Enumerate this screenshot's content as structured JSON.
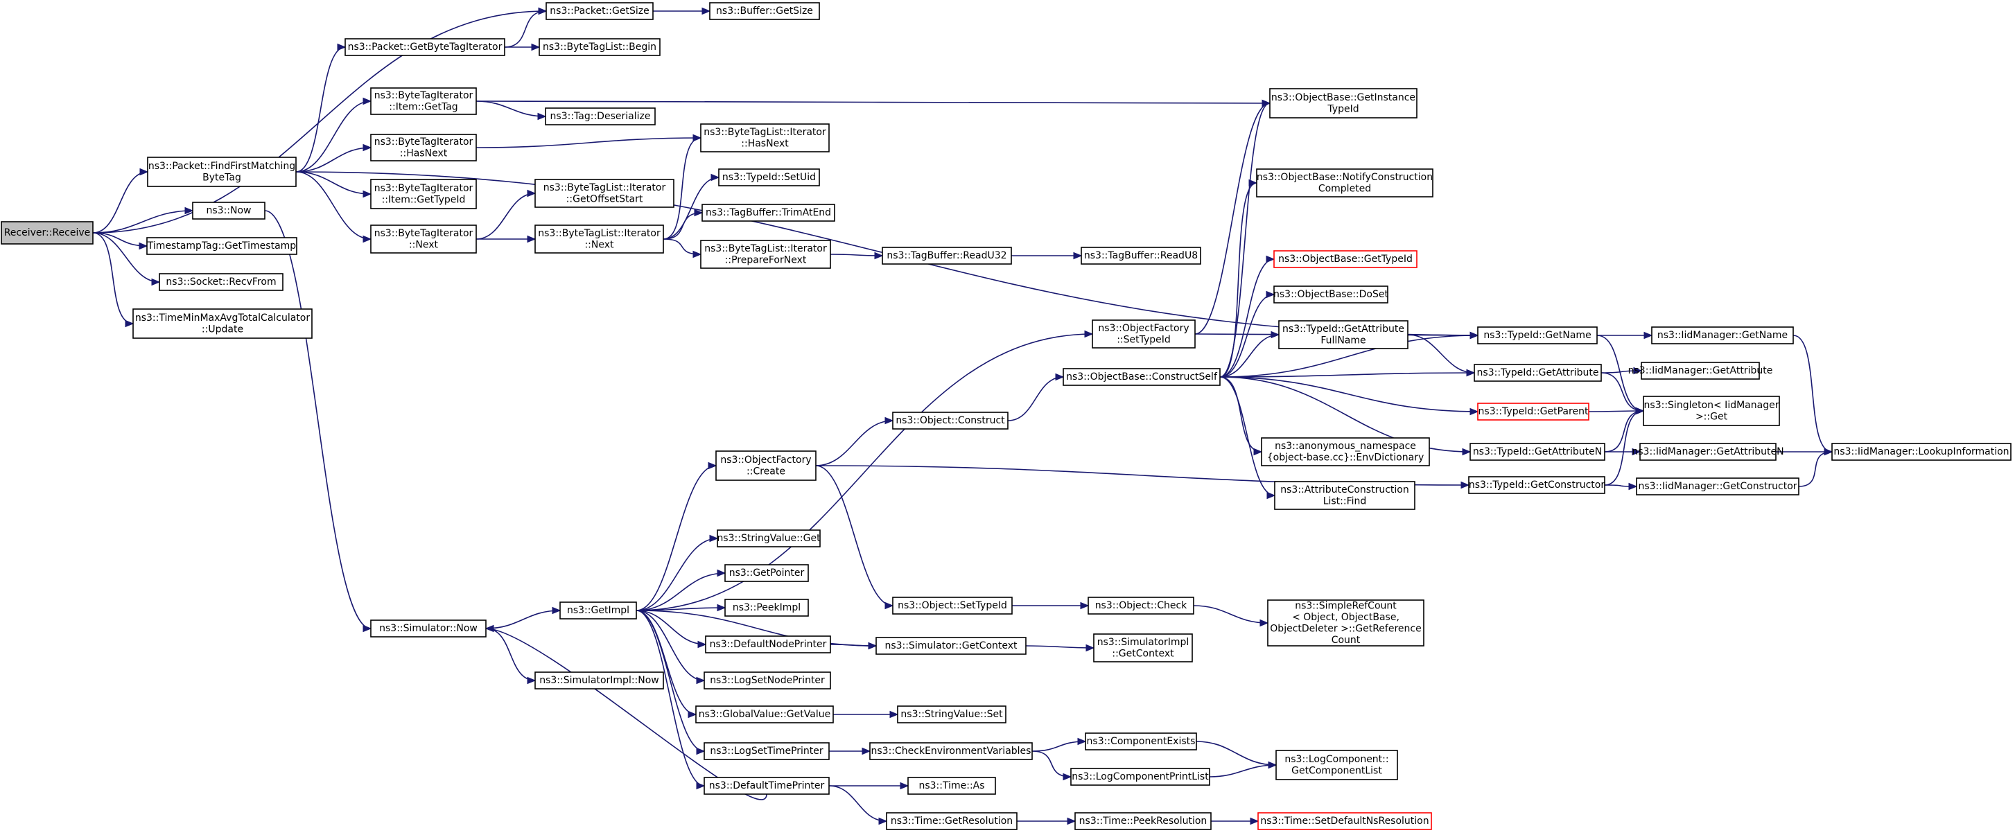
{
  "graph": {
    "kind": "call-graph",
    "colors": {
      "edge": "#191970",
      "node_border": "#000000",
      "root_fill": "#bfbfbf",
      "truncated_border": "#ff0000",
      "background": "#ffffff"
    },
    "nodes": [
      {
        "id": "n0",
        "lines": [
          "Receiver::Receive"
        ],
        "style": "root"
      },
      {
        "id": "n1",
        "lines": [
          "ns3::Packet::GetSize"
        ]
      },
      {
        "id": "n2",
        "lines": [
          "ns3::Buffer::GetSize"
        ]
      },
      {
        "id": "n3",
        "lines": [
          "ns3::Packet::GetByteTagIterator"
        ]
      },
      {
        "id": "n4",
        "lines": [
          "ns3::ByteTagList::Begin"
        ]
      },
      {
        "id": "n5",
        "lines": [
          "ns3::ByteTagIterator",
          "::Item::GetTag"
        ]
      },
      {
        "id": "n6",
        "lines": [
          "ns3::Tag::Deserialize"
        ]
      },
      {
        "id": "n7",
        "lines": [
          "ns3::ObjectBase::GetInstance",
          "TypeId"
        ]
      },
      {
        "id": "n8",
        "lines": [
          "ns3::ByteTagIterator",
          "::HasNext"
        ]
      },
      {
        "id": "n9",
        "lines": [
          "ns3::ByteTagList::Iterator",
          "::HasNext"
        ]
      },
      {
        "id": "n10",
        "lines": [
          "ns3::Packet::FindFirstMatching",
          "ByteTag"
        ]
      },
      {
        "id": "n11",
        "lines": [
          "ns3::ByteTagIterator",
          "::Item::GetTypeId"
        ]
      },
      {
        "id": "n12",
        "lines": [
          "ns3::TypeId::SetUid"
        ]
      },
      {
        "id": "n13",
        "lines": [
          "ns3::ObjectBase::NotifyConstruction",
          "Completed"
        ]
      },
      {
        "id": "n14",
        "lines": [
          "ns3::ByteTagList::Iterator",
          "::GetOffsetStart"
        ]
      },
      {
        "id": "n15",
        "lines": [
          "ns3::Now"
        ]
      },
      {
        "id": "n16",
        "lines": [
          "ns3::TagBuffer::TrimAtEnd"
        ]
      },
      {
        "id": "n17",
        "lines": [
          "ns3::ByteTagIterator",
          "::Next"
        ]
      },
      {
        "id": "n18",
        "lines": [
          "ns3::ByteTagList::Iterator",
          "::Next"
        ]
      },
      {
        "id": "n19",
        "lines": [
          "TimestampTag::GetTimestamp"
        ]
      },
      {
        "id": "n20",
        "lines": [
          "ns3::ByteTagList::Iterator",
          "::PrepareForNext"
        ]
      },
      {
        "id": "n21",
        "lines": [
          "ns3::TagBuffer::ReadU32"
        ]
      },
      {
        "id": "n22",
        "lines": [
          "ns3::TagBuffer::ReadU8"
        ]
      },
      {
        "id": "n23",
        "lines": [
          "ns3::ObjectBase::GetTypeId"
        ],
        "style": "red"
      },
      {
        "id": "n24",
        "lines": [
          "ns3::Socket::RecvFrom"
        ]
      },
      {
        "id": "n25",
        "lines": [
          "ns3::ObjectBase::DoSet"
        ]
      },
      {
        "id": "n26",
        "lines": [
          "ns3::TimeMinMaxAvgTotalCalculator",
          "::Update"
        ]
      },
      {
        "id": "n27",
        "lines": [
          "ns3::ObjectFactory",
          "::SetTypeId"
        ]
      },
      {
        "id": "n28",
        "lines": [
          "ns3::TypeId::GetAttribute",
          "FullName"
        ]
      },
      {
        "id": "n29",
        "lines": [
          "ns3::TypeId::GetName"
        ]
      },
      {
        "id": "n30",
        "lines": [
          "ns3::IidManager::GetName"
        ]
      },
      {
        "id": "n31",
        "lines": [
          "ns3::ObjectBase::ConstructSelf"
        ]
      },
      {
        "id": "n32",
        "lines": [
          "ns3::TypeId::GetAttribute"
        ]
      },
      {
        "id": "n33",
        "lines": [
          "ns3::IidManager::GetAttribute"
        ]
      },
      {
        "id": "n34",
        "lines": [
          "ns3::Singleton< IidManager",
          ">::Get"
        ]
      },
      {
        "id": "n35",
        "lines": [
          "ns3::TypeId::GetParent"
        ],
        "style": "red"
      },
      {
        "id": "n36",
        "lines": [
          "ns3::Object::Construct"
        ]
      },
      {
        "id": "n37",
        "lines": [
          "ns3::anonymous_namespace",
          "{object-base.cc}::EnvDictionary"
        ]
      },
      {
        "id": "n38",
        "lines": [
          "ns3::ObjectFactory",
          "::Create"
        ]
      },
      {
        "id": "n39",
        "lines": [
          "ns3::TypeId::GetAttributeN"
        ]
      },
      {
        "id": "n40",
        "lines": [
          "ns3::IidManager::GetAttributeN"
        ]
      },
      {
        "id": "n41",
        "lines": [
          "ns3::IidManager::LookupInformation"
        ]
      },
      {
        "id": "n42",
        "lines": [
          "ns3::AttributeConstruction",
          "List::Find"
        ]
      },
      {
        "id": "n43",
        "lines": [
          "ns3::TypeId::GetConstructor"
        ]
      },
      {
        "id": "n44",
        "lines": [
          "ns3::IidManager::GetConstructor"
        ]
      },
      {
        "id": "n45",
        "lines": [
          "ns3::StringValue::Get"
        ]
      },
      {
        "id": "n46",
        "lines": [
          "ns3::GetPointer"
        ]
      },
      {
        "id": "n47",
        "lines": [
          "ns3::PeekImpl"
        ]
      },
      {
        "id": "n48",
        "lines": [
          "ns3::GetImpl"
        ]
      },
      {
        "id": "n49",
        "lines": [
          "ns3::Object::SetTypeId"
        ]
      },
      {
        "id": "n50",
        "lines": [
          "ns3::Object::Check"
        ]
      },
      {
        "id": "n51",
        "lines": [
          "ns3::SimpleRefCount",
          "< Object, ObjectBase,",
          "ObjectDeleter >::GetReference",
          "Count"
        ]
      },
      {
        "id": "n52",
        "lines": [
          "ns3::Simulator::Now"
        ]
      },
      {
        "id": "n53",
        "lines": [
          "ns3::DefaultNodePrinter"
        ]
      },
      {
        "id": "n54",
        "lines": [
          "ns3::Simulator::GetContext"
        ]
      },
      {
        "id": "n55",
        "lines": [
          "ns3::SimulatorImpl",
          "::GetContext"
        ]
      },
      {
        "id": "n56",
        "lines": [
          "ns3::SimulatorImpl::Now"
        ]
      },
      {
        "id": "n57",
        "lines": [
          "ns3::LogSetNodePrinter"
        ]
      },
      {
        "id": "n58",
        "lines": [
          "ns3::GlobalValue::GetValue"
        ]
      },
      {
        "id": "n59",
        "lines": [
          "ns3::StringValue::Set"
        ]
      },
      {
        "id": "n60",
        "lines": [
          "ns3::ComponentExists"
        ]
      },
      {
        "id": "n61",
        "lines": [
          "ns3::LogSetTimePrinter"
        ]
      },
      {
        "id": "n62",
        "lines": [
          "ns3::CheckEnvironmentVariables"
        ]
      },
      {
        "id": "n63",
        "lines": [
          "ns3::LogComponent::",
          "GetComponentList"
        ]
      },
      {
        "id": "n64",
        "lines": [
          "ns3::LogComponentPrintList"
        ]
      },
      {
        "id": "n65",
        "lines": [
          "ns3::DefaultTimePrinter"
        ]
      },
      {
        "id": "n66",
        "lines": [
          "ns3::Time::As"
        ]
      },
      {
        "id": "n67",
        "lines": [
          "ns3::Time::GetResolution"
        ]
      },
      {
        "id": "n68",
        "lines": [
          "ns3::Time::PeekResolution"
        ]
      },
      {
        "id": "n69",
        "lines": [
          "ns3::Time::SetDefaultNsResolution"
        ],
        "style": "red"
      }
    ],
    "edges": [
      [
        "n0",
        "n1"
      ],
      [
        "n0",
        "n10"
      ],
      [
        "n0",
        "n15"
      ],
      [
        "n0",
        "n19"
      ],
      [
        "n0",
        "n24"
      ],
      [
        "n0",
        "n26"
      ],
      [
        "n1",
        "n2"
      ],
      [
        "n3",
        "n1"
      ],
      [
        "n3",
        "n4"
      ],
      [
        "n5",
        "n6"
      ],
      [
        "n5",
        "n7"
      ],
      [
        "n8",
        "n9"
      ],
      [
        "n10",
        "n3"
      ],
      [
        "n10",
        "n5"
      ],
      [
        "n10",
        "n8"
      ],
      [
        "n10",
        "n11"
      ],
      [
        "n10",
        "n17"
      ],
      [
        "n10",
        "n29"
      ],
      [
        "n15",
        "n52"
      ],
      [
        "n17",
        "n14"
      ],
      [
        "n17",
        "n18"
      ],
      [
        "n18",
        "n9"
      ],
      [
        "n18",
        "n12"
      ],
      [
        "n18",
        "n16"
      ],
      [
        "n18",
        "n20"
      ],
      [
        "n20",
        "n21"
      ],
      [
        "n21",
        "n22"
      ],
      [
        "n27",
        "n7"
      ],
      [
        "n27",
        "n29"
      ],
      [
        "n28",
        "n29"
      ],
      [
        "n28",
        "n32"
      ],
      [
        "n29",
        "n30"
      ],
      [
        "n29",
        "n34"
      ],
      [
        "n30",
        "n41"
      ],
      [
        "n31",
        "n7"
      ],
      [
        "n31",
        "n13"
      ],
      [
        "n31",
        "n23"
      ],
      [
        "n31",
        "n25"
      ],
      [
        "n31",
        "n28"
      ],
      [
        "n31",
        "n29"
      ],
      [
        "n31",
        "n32"
      ],
      [
        "n31",
        "n35"
      ],
      [
        "n31",
        "n37"
      ],
      [
        "n31",
        "n42"
      ],
      [
        "n31",
        "n39"
      ],
      [
        "n32",
        "n33"
      ],
      [
        "n32",
        "n34"
      ],
      [
        "n35",
        "n34"
      ],
      [
        "n36",
        "n31"
      ],
      [
        "n38",
        "n36"
      ],
      [
        "n38",
        "n43"
      ],
      [
        "n38",
        "n49"
      ],
      [
        "n39",
        "n34"
      ],
      [
        "n39",
        "n40"
      ],
      [
        "n40",
        "n41"
      ],
      [
        "n43",
        "n34"
      ],
      [
        "n43",
        "n44"
      ],
      [
        "n44",
        "n41"
      ],
      [
        "n48",
        "n27"
      ],
      [
        "n48",
        "n38"
      ],
      [
        "n48",
        "n45"
      ],
      [
        "n48",
        "n46"
      ],
      [
        "n48",
        "n47"
      ],
      [
        "n48",
        "n53"
      ],
      [
        "n48",
        "n54"
      ],
      [
        "n48",
        "n57"
      ],
      [
        "n48",
        "n58"
      ],
      [
        "n48",
        "n61"
      ],
      [
        "n48",
        "n65"
      ],
      [
        "n49",
        "n50"
      ],
      [
        "n50",
        "n51"
      ],
      [
        "n52",
        "n48"
      ],
      [
        "n52",
        "n56"
      ],
      [
        "n53",
        "n54"
      ],
      [
        "n54",
        "n55"
      ],
      [
        "n58",
        "n59"
      ],
      [
        "n61",
        "n62"
      ],
      [
        "n62",
        "n60"
      ],
      [
        "n62",
        "n64"
      ],
      [
        "n60",
        "n63"
      ],
      [
        "n64",
        "n63"
      ],
      [
        "n65",
        "n52"
      ],
      [
        "n65",
        "n66"
      ],
      [
        "n65",
        "n67"
      ],
      [
        "n67",
        "n68"
      ],
      [
        "n68",
        "n69"
      ]
    ]
  }
}
